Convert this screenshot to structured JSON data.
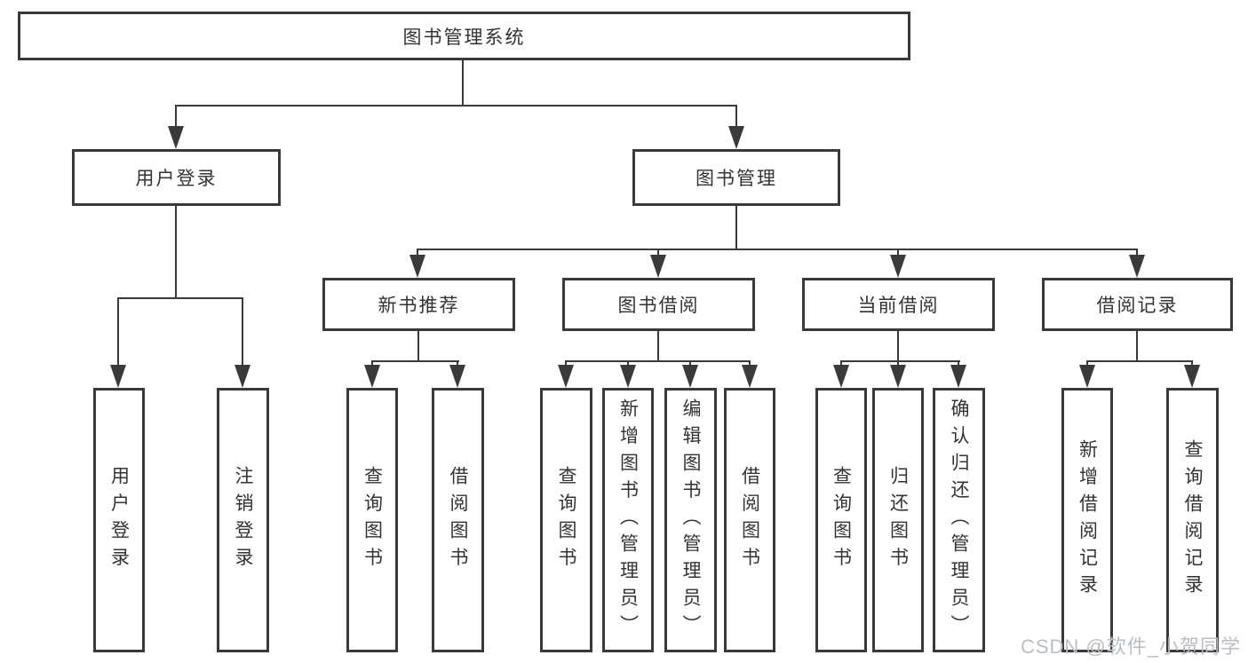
{
  "diagram": {
    "type": "hierarchy-tree",
    "tree": {
      "label": "图书管理系统",
      "children": [
        {
          "label": "用户登录",
          "children": [
            {
              "label": "用户登录"
            },
            {
              "label": "注销登录"
            }
          ]
        },
        {
          "label": "图书管理",
          "children": [
            {
              "label": "新书推荐",
              "children": [
                {
                  "label": "查询图书"
                },
                {
                  "label": "借阅图书"
                }
              ]
            },
            {
              "label": "图书借阅",
              "children": [
                {
                  "label": "查询图书"
                },
                {
                  "label": "新增图书（管理员）"
                },
                {
                  "label": "编辑图书（管理员）"
                },
                {
                  "label": "借阅图书"
                }
              ]
            },
            {
              "label": "当前借阅",
              "children": [
                {
                  "label": "查询图书"
                },
                {
                  "label": "归还图书"
                },
                {
                  "label": "确认归还（管理员）"
                }
              ]
            },
            {
              "label": "借阅记录",
              "children": [
                {
                  "label": "新增借阅记录"
                },
                {
                  "label": "查询借阅记录"
                }
              ]
            }
          ]
        }
      ]
    }
  },
  "watermark": {
    "text": "CSDN @软件_小贺同学"
  },
  "colors": {
    "line": "#3a3a3a",
    "text": "#333333",
    "box_background": "#ffffff",
    "page_background": "#ffffff",
    "watermark": "#b9bec4"
  }
}
